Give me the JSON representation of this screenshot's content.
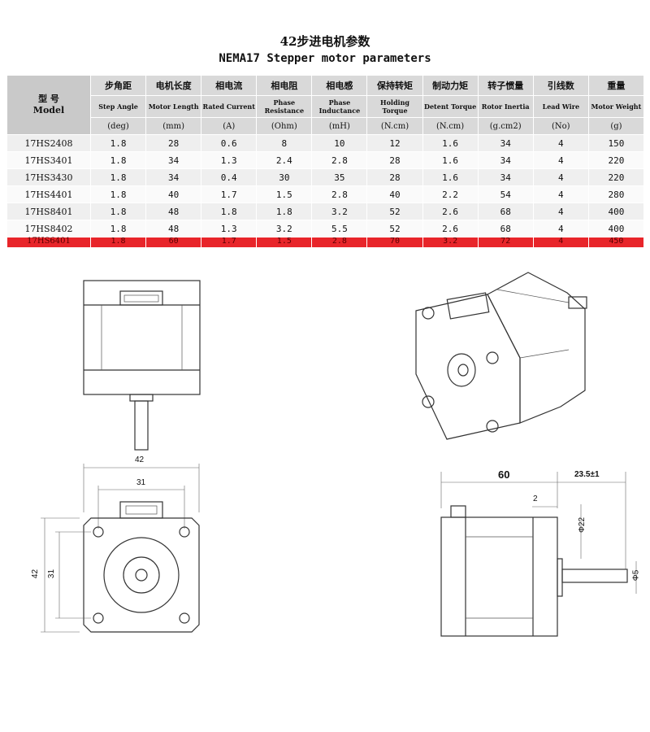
{
  "title_cn": "42步进电机参数",
  "title_en": "NEMA17 Stepper motor parameters",
  "table": {
    "model_header": [
      "型 号",
      "Model"
    ],
    "columns": [
      {
        "cn": "步角距",
        "en": "Step Angle",
        "unit": "(deg)"
      },
      {
        "cn": "电机长度",
        "en": "Motor Length",
        "unit": "(mm)"
      },
      {
        "cn": "相电流",
        "en": "Rated Current",
        "unit": "(A)"
      },
      {
        "cn": "相电阻",
        "en": "Phase Resistance",
        "unit": "(Ohm)"
      },
      {
        "cn": "相电感",
        "en": "Phase Inductance",
        "unit": "(mH)"
      },
      {
        "cn": "保持转矩",
        "en": "Holding Torque",
        "unit": "(N.cm)"
      },
      {
        "cn": "制动力矩",
        "en": "Detent Torque",
        "unit": "(N.cm)"
      },
      {
        "cn": "转子惯量",
        "en": "Rotor Inertia",
        "unit": "(g.cm2)"
      },
      {
        "cn": "引线数",
        "en": "Lead Wire",
        "unit": "(No)"
      },
      {
        "cn": "重量",
        "en": "Motor Weight",
        "unit": "(g)"
      }
    ],
    "rows": [
      [
        "17HS2408",
        "1.8",
        "28",
        "0.6",
        "8",
        "10",
        "12",
        "1.6",
        "34",
        "4",
        "150"
      ],
      [
        "17HS3401",
        "1.8",
        "34",
        "1.3",
        "2.4",
        "2.8",
        "28",
        "1.6",
        "34",
        "4",
        "220"
      ],
      [
        "17HS3430",
        "1.8",
        "34",
        "0.4",
        "30",
        "35",
        "28",
        "1.6",
        "34",
        "4",
        "220"
      ],
      [
        "17HS4401",
        "1.8",
        "40",
        "1.7",
        "1.5",
        "2.8",
        "40",
        "2.2",
        "54",
        "4",
        "280"
      ],
      [
        "17HS8401",
        "1.8",
        "48",
        "1.8",
        "1.8",
        "3.2",
        "52",
        "2.6",
        "68",
        "4",
        "400"
      ],
      [
        "17HS8402",
        "1.8",
        "48",
        "1.3",
        "3.2",
        "5.5",
        "52",
        "2.6",
        "68",
        "4",
        "400"
      ],
      [
        "17HS6401",
        "1.8",
        "60",
        "1.7",
        "1.5",
        "2.8",
        "70",
        "3.2",
        "72",
        "4",
        "450"
      ]
    ],
    "highlight_row_index": 6,
    "highlight_color": "#e8252a"
  },
  "drawings": {
    "front_width": "42",
    "hole_spacing_h": "31",
    "front_height": "42",
    "hole_spacing_v": "31",
    "body_length": "60",
    "shaft_length": "23.5±1",
    "boss_offset": "2",
    "boss_diameter": "Φ22",
    "shaft_diameter": "Φ5"
  }
}
